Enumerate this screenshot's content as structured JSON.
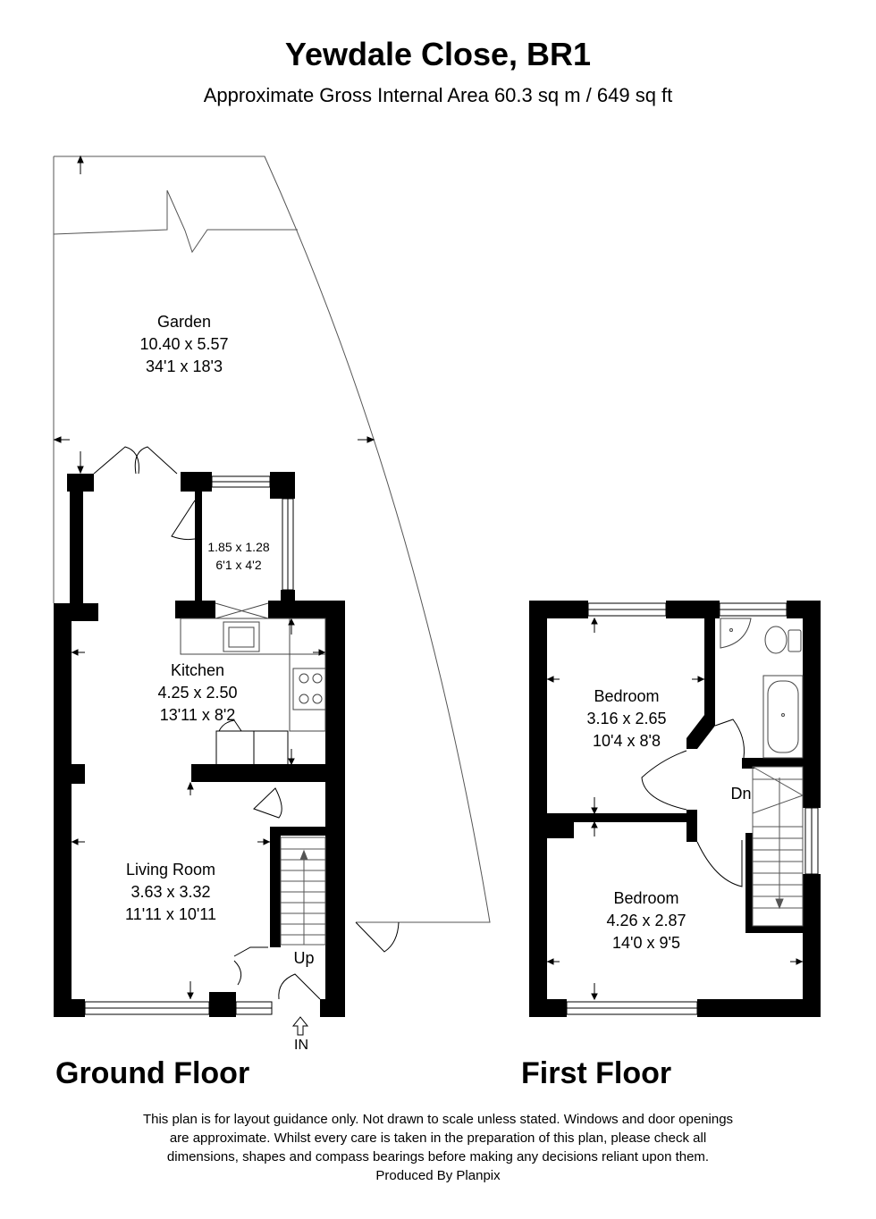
{
  "header": {
    "title": "Yewdale Close, BR1",
    "subtitle": "Approximate Gross Internal Area 60.3 sq m / 649 sq ft"
  },
  "rooms": {
    "garden": {
      "name": "Garden",
      "metric": "10.40 x 5.57",
      "imperial": "34'1 x 18'3"
    },
    "utility": {
      "metric": "1.85 x 1.28",
      "imperial": "6'1 x 4'2"
    },
    "kitchen": {
      "name": "Kitchen",
      "metric": "4.25 x 2.50",
      "imperial": "13'11 x 8'2"
    },
    "living": {
      "name": "Living Room",
      "metric": "3.63 x 3.32",
      "imperial": "11'11 x 10'11"
    },
    "bedroom1": {
      "name": "Bedroom",
      "metric": "3.16 x 2.65",
      "imperial": "10'4 x 8'8"
    },
    "bedroom2": {
      "name": "Bedroom",
      "metric": "4.26 x 2.87",
      "imperial": "14'0 x 9'5"
    }
  },
  "labels": {
    "up": "Up",
    "down": "Dn",
    "entrance": "IN"
  },
  "floors": {
    "ground": "Ground Floor",
    "first": "First Floor"
  },
  "disclaimer": {
    "line1": "This plan is for layout guidance only. Not drawn to scale unless stated. Windows and door openings",
    "line2": "are approximate. Whilst every care is taken in the preparation of this plan, please check all",
    "line3": "dimensions, shapes and compass bearings before making any decisions reliant upon them.",
    "line4": "Produced By Planpix"
  }
}
